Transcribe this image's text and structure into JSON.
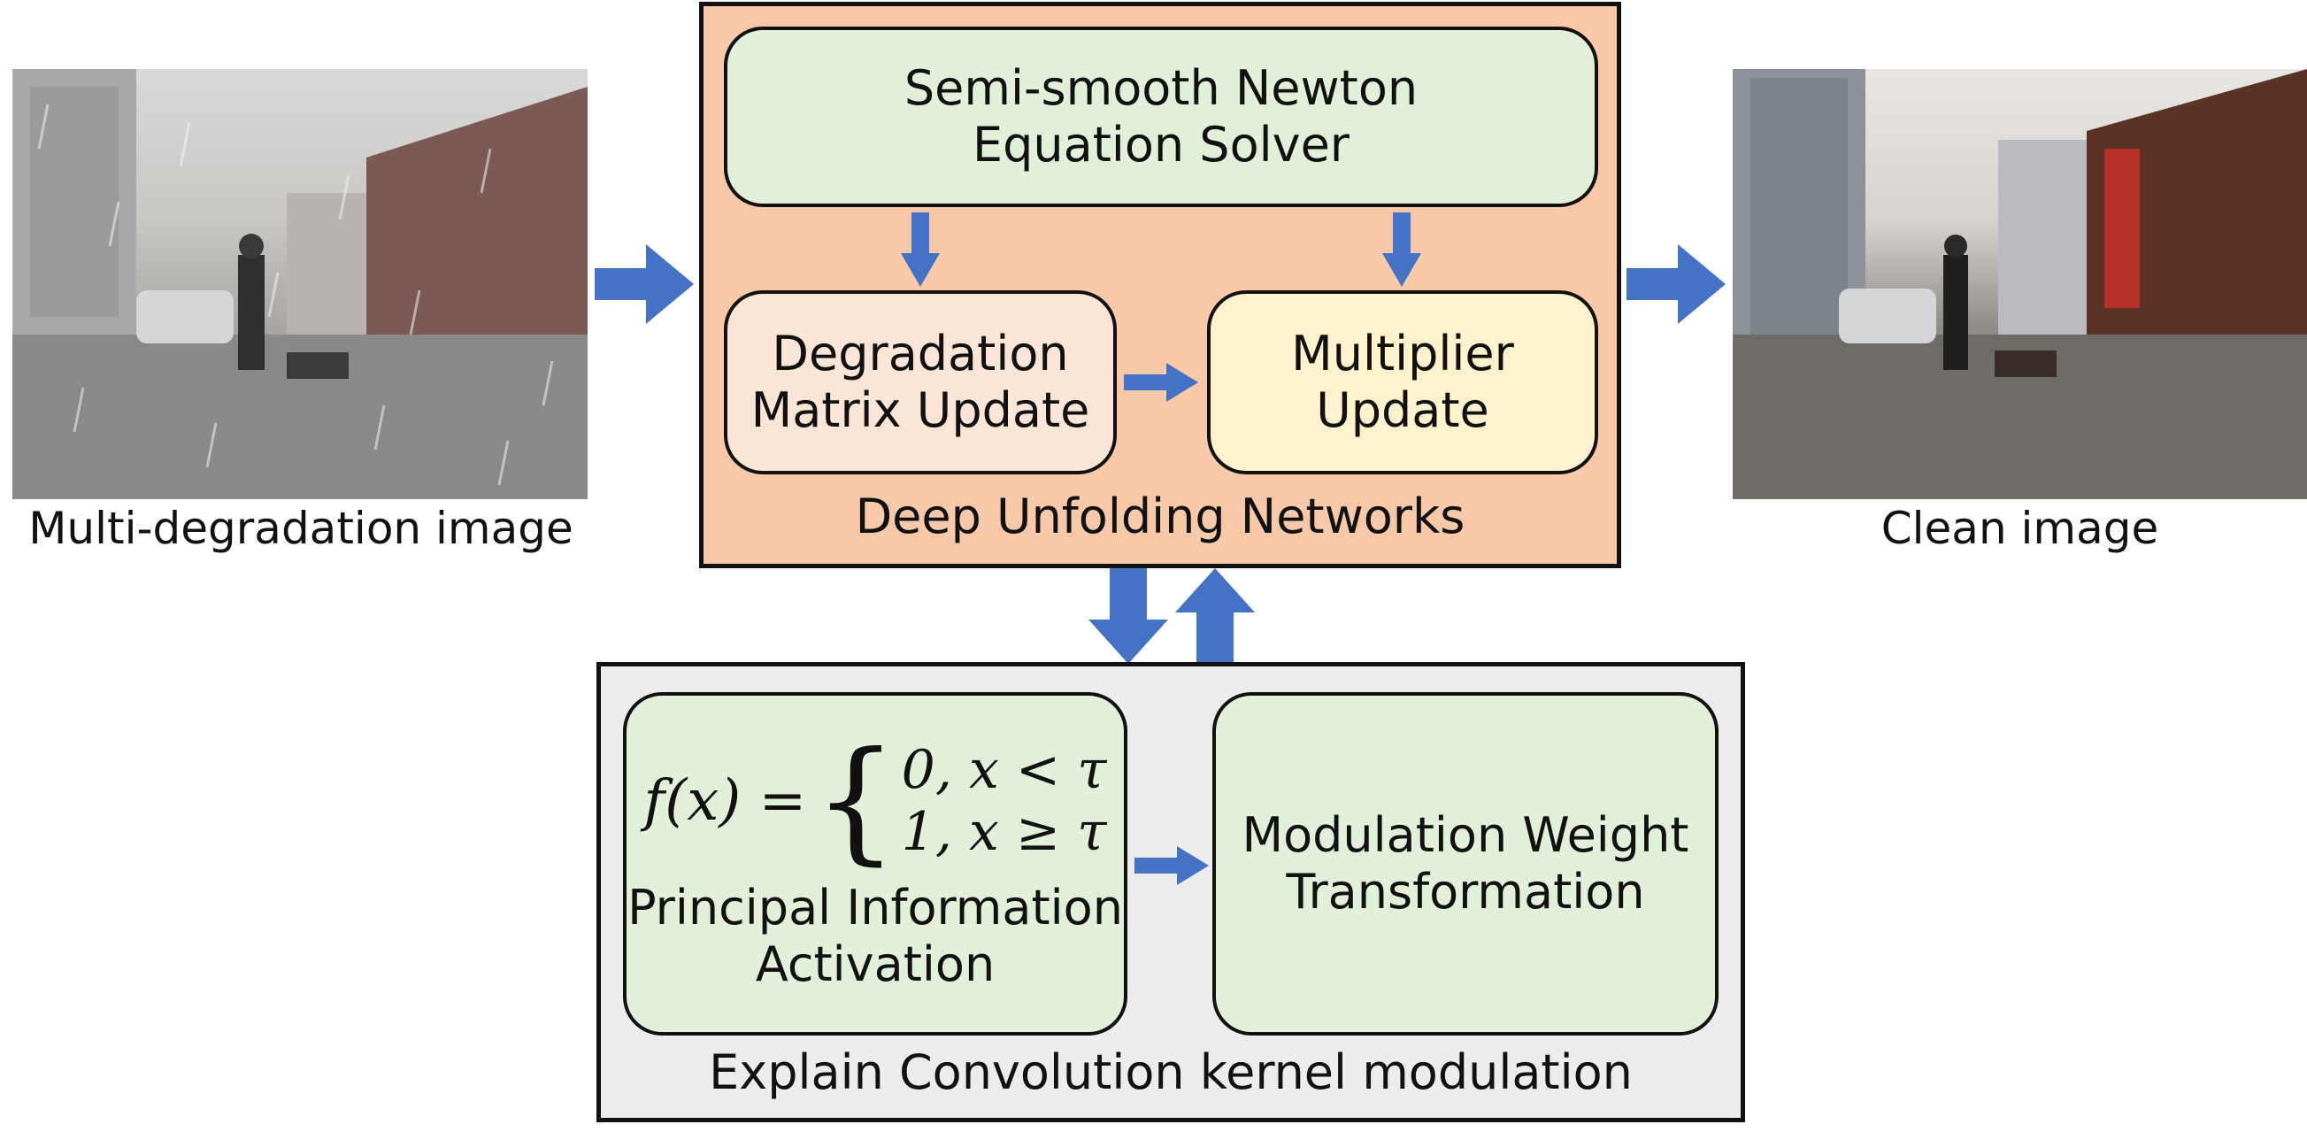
{
  "input": {
    "caption": "Multi-degradation image"
  },
  "output": {
    "caption": "Clean image"
  },
  "deep_unfolding": {
    "title": "Deep Unfolding Networks",
    "solver": {
      "line1": "Semi-smooth Newton",
      "line2": "Equation Solver"
    },
    "degradation": {
      "line1": "Degradation",
      "line2": "Matrix Update"
    },
    "multiplier": {
      "line1": "Multiplier",
      "line2": "Update"
    }
  },
  "kernel_modulation": {
    "title": "Explain Convolution kernel modulation",
    "activation": {
      "formula_lhs": "f(x) =",
      "case1": "0, x < τ",
      "case2": "1, x ≥ τ",
      "line1": "Principal Information",
      "line2": "Activation"
    },
    "modulation": {
      "line1": "Modulation Weight",
      "line2": "Transformation"
    }
  },
  "colors": {
    "arrow": "#4472c4",
    "dun_bg": "#f7c9a9",
    "box_green": "#e2efd9",
    "box_pink": "#fbe5d6",
    "box_yellow": "#fff2cc",
    "ecm_bg": "#ececec"
  }
}
